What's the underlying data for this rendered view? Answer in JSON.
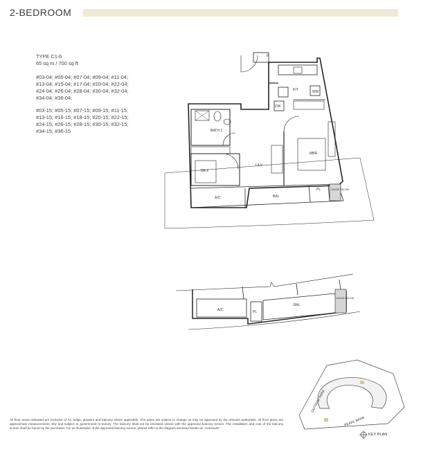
{
  "header": {
    "title": "2-BEDROOM",
    "accent_color": "#ecebd7"
  },
  "unit_type": {
    "type": "TYPE C1-b",
    "area": "65 sq m / 700 sq ft",
    "units_04": [
      "#03-04; #05-04; #07-04; #09-04; #11-04;",
      "#13-04; #15-04; #17-04; #20-04; #22-04;",
      "#24-04; #26-04; #28-04; #30-04; #32-04;",
      "#34-04; #36-04;"
    ],
    "units_15": [
      "#03-15; #05-15; #07-15; #09-15; #11-15;",
      "#13-15; #16-15; #18-15; #20-15; #22-15;",
      "#24-15; #26-15; #28-15; #30-15; #32-15;",
      "#34-15; #36-15"
    ]
  },
  "rooms": {
    "kit": "KIT",
    "wm": "WM",
    "dw": "DW",
    "f": "F",
    "bath1": "BATH 1",
    "mbr": "MBR",
    "br2": "BR 2",
    "lr": "L/LV",
    "ac": "A/C",
    "bal": "BAL",
    "pl": "PL",
    "ledge_below": "LEDGE BELOW"
  },
  "lower_plan": {
    "ac": "A/C",
    "pl": "PL",
    "bal": "BAL",
    "ledge_below": "LEDGE BELOW"
  },
  "key_plan": {
    "label": "KEY PLAN",
    "road_1": "OUTRAM PARK",
    "road_2": "PEARL BANK"
  },
  "disclaimer": "All floor areas indicated are inclusive of AC ledge, planters and balcony where applicable. The plans are subject to change as may be approved by the relevant authorities. All floor plans are approximate measurements only and subject to government re-survey. The balcony shall not be enclosed unless with the approved balcony screen. The installation and cost of the balcony screen shall be borne by the purchaser. For an illustration of the approved balcony screen, please refer to the diagram annexed hereto as \"Annexure\"."
}
